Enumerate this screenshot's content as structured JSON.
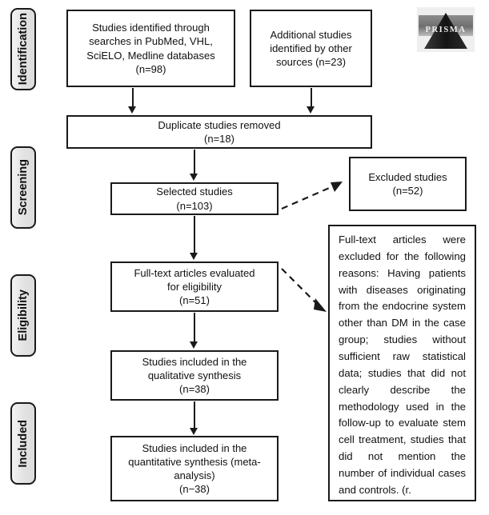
{
  "diagram": {
    "title": "PRISMA flow diagram",
    "type": "prisma-flow-chart"
  },
  "stages": [
    {
      "id": "identification",
      "label": "Identification"
    },
    {
      "id": "screening",
      "label": "Screening"
    },
    {
      "id": "eligibility",
      "label": "Eligibility"
    },
    {
      "id": "included",
      "label": "Included"
    }
  ],
  "boxes": {
    "identified_records": {
      "lines": [
        "Studies identified through",
        "searches in PubMed, VHL,",
        "SciELO, Medline databases",
        "(n=98)"
      ],
      "count": 98
    },
    "additional_records": {
      "lines": [
        "Additional studies",
        "identified by other",
        "sources (n=23)"
      ],
      "count": 23
    },
    "duplicates_removed": {
      "lines": [
        "Duplicate studies removed",
        "(n=18)"
      ],
      "count": 18
    },
    "selected_studies": {
      "lines": [
        "Selected studies",
        "(n=103)"
      ],
      "count": 103
    },
    "excluded_studies": {
      "lines": [
        "Excluded studies",
        "(n=52)"
      ],
      "count": 52
    },
    "fulltext_assessed": {
      "lines": [
        "Full-text articles evaluated",
        "for eligibility",
        "(n=51)"
      ],
      "count": 51
    },
    "qualitative_synthesis": {
      "lines": [
        "Studies included in the",
        "qualitative synthesis",
        "(n=38)"
      ],
      "count": 38
    },
    "quantitative_synthesis": {
      "lines": [
        "Studies included in the",
        "quantitative synthesis (meta-",
        "analysis)",
        "(n−38)"
      ],
      "count": 38
    },
    "exclusion_reasons": {
      "text": "Full-text articles were excluded for the following reasons: Having patients with diseases originating from the endocrine system other than DM in the case group; studies without sufficient raw statistical data; studies that did not clearly describe the methodology used in the follow-up to evaluate stem cell treatment, studies that did not mention the number of individual cases and controls. (r."
    }
  },
  "logo": {
    "name": "prisma-logo",
    "wordmark": "PRISMA"
  },
  "colors": {
    "line": "#1a1a1a",
    "box_fill": "#ffffff",
    "tab_fill": "#e6e6e6",
    "text": "#111111"
  }
}
